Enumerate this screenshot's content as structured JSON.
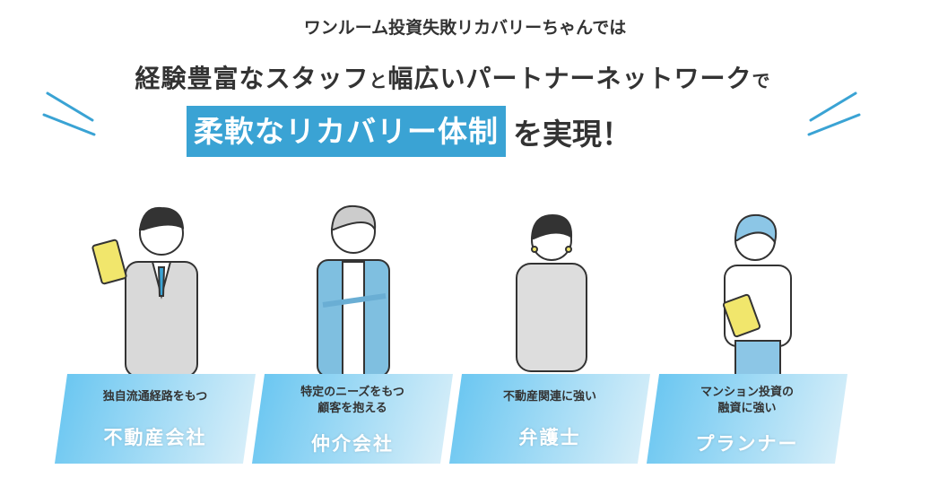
{
  "headline": {
    "line1": "ワンルーム投資失敗リカバリーちゃんでは",
    "line2_a": "経験豊富なスタッフ",
    "line2_b": "と",
    "line2_c": "幅広いパートナーネットワーク",
    "line2_d": "で",
    "highlight": "柔軟なリカバリー体制",
    "line3_rest": "を実現！"
  },
  "cards": [
    {
      "sub": "独自流通経路をもつ",
      "title": "不動産会社"
    },
    {
      "sub": "特定のニーズをもつ\n顧客を抱える",
      "title": "仲介会社"
    },
    {
      "sub": "不動産関連に強い",
      "title": "弁護士"
    },
    {
      "sub": "マンション投資の\n融資に強い",
      "title": "プランナー"
    }
  ],
  "colors": {
    "accent": "#3aa3d4",
    "card_left": "#6cc7f1",
    "card_right": "#d6eef9"
  }
}
